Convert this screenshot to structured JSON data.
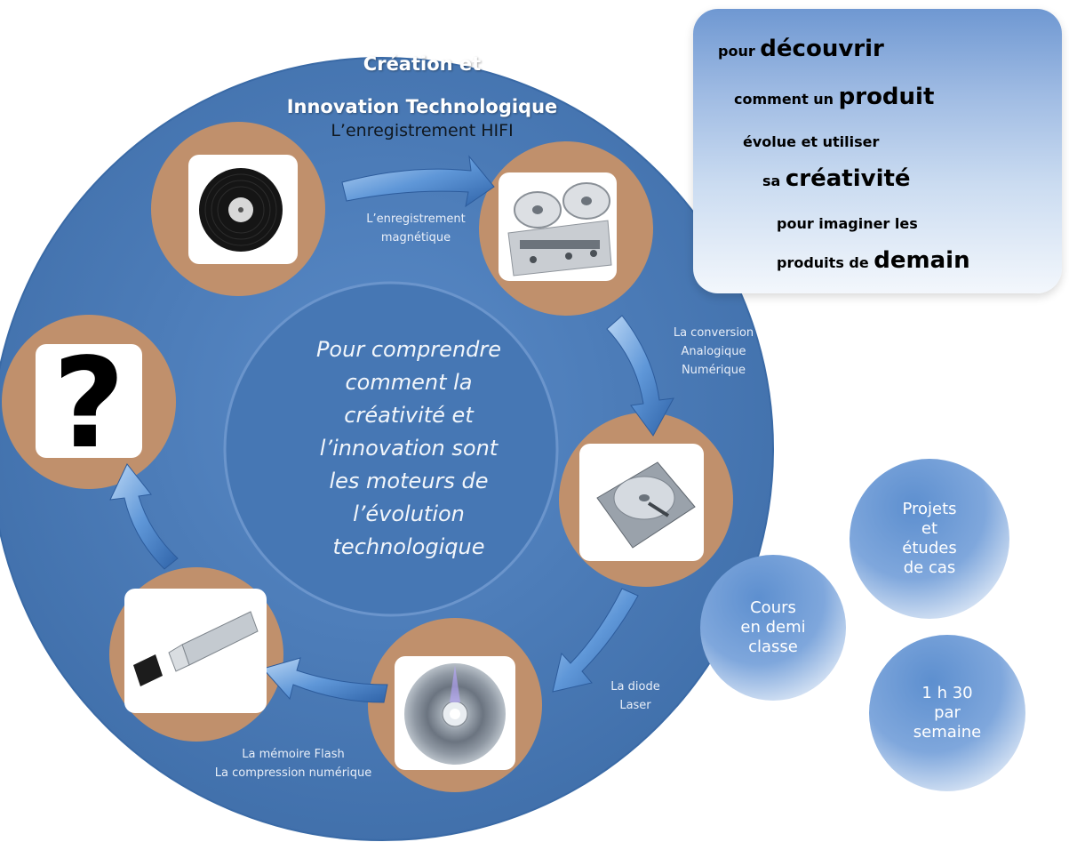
{
  "title": {
    "line1": "Création et",
    "line2": "Innovation Technologique",
    "line3": "L’enregistrement HIFI"
  },
  "center_text": [
    "Pour comprendre",
    "comment la",
    "créativité et",
    "l’innovation sont",
    "les moteurs de",
    "l’évolution",
    "technologique"
  ],
  "cycle_labels": {
    "magnetic": [
      "L’enregistrement",
      "magnétique"
    ],
    "conversion": [
      "La conversion",
      "Analogique",
      "Numérique"
    ],
    "laser": [
      "La diode",
      "Laser"
    ],
    "flash": [
      "La mémoire Flash",
      "La compression numérique"
    ]
  },
  "cycle_items": [
    {
      "name": "vinyl-record",
      "icon": "vinyl-record-icon"
    },
    {
      "name": "reel-tape-recorder",
      "icon": "reel-to-reel-icon"
    },
    {
      "name": "hard-disk",
      "icon": "hard-disk-icon"
    },
    {
      "name": "compact-disc",
      "icon": "compact-disc-icon"
    },
    {
      "name": "usb-flash-drive",
      "icon": "usb-drive-icon"
    },
    {
      "name": "question-mark",
      "icon": "question-mark-icon",
      "text": "?"
    }
  ],
  "callout": {
    "l1_small": "pour ",
    "l1_big": "découvrir",
    "l2_small": "comment un ",
    "l2_big": "produit",
    "l3_small": "évolue et utiliser",
    "l4_small": "sa ",
    "l4_big": "créativité",
    "l5_small": "pour imaginer les",
    "l6_small": "produits de ",
    "l6_big": "demain"
  },
  "bubbles": {
    "projets": [
      "Projets",
      "et",
      "études",
      "de cas"
    ],
    "cours": [
      "Cours",
      "en demi",
      "classe"
    ],
    "horaire": [
      "1 h 30",
      "par",
      "semaine"
    ]
  },
  "colors": {
    "main_disc": "#4f80bd",
    "ring": "#c0906c",
    "inner_circle": "#4677b4",
    "arrow": "#5b92d4",
    "callout_top": "#6f98d2"
  }
}
